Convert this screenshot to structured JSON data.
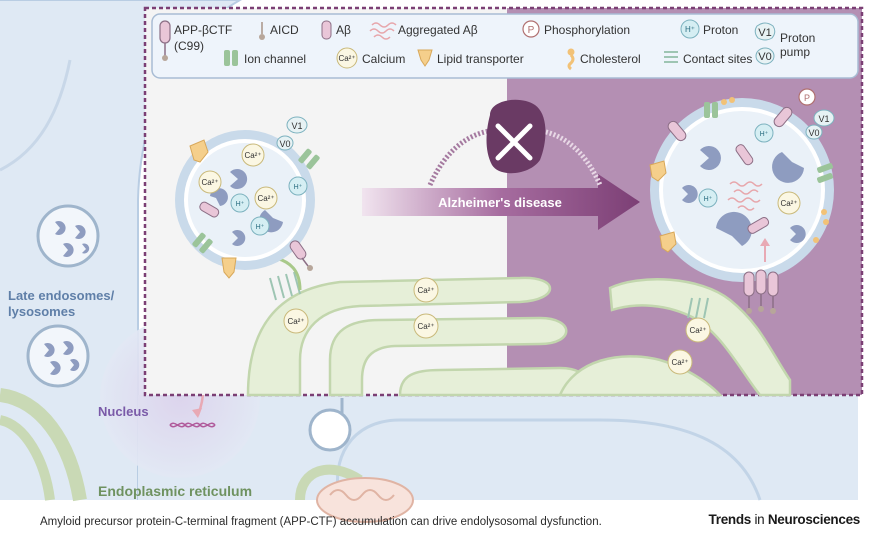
{
  "legend": {
    "app_ctf": "APP-βCTF",
    "app_ctf_sub": "(C99)",
    "aicd": "AICD",
    "abeta": "Aβ",
    "aggregated": "Aggregated Aβ",
    "phospho_symbol": "P",
    "phospho": "Phosphorylation",
    "proton_symbol": "H⁺",
    "proton": "Proton",
    "v1": "V1",
    "v0": "V0",
    "proton_pump_1": "Proton",
    "proton_pump_2": "pump",
    "ion_channel": "Ion channel",
    "calcium_symbol": "Ca²⁺",
    "calcium": "Calcium",
    "lipid_transporter": "Lipid transporter",
    "cholesterol": "Cholesterol",
    "contact_sites": "Contact sites"
  },
  "labels": {
    "late_endosomes_1": "Late endosomes/",
    "late_endosomes_2": "lysosomes",
    "nucleus": "Nucleus",
    "er": "Endoplasmic reticulum",
    "disease": "Alzheimer's disease",
    "question": "?",
    "ca": "Ca²⁺",
    "h": "H⁺",
    "v1": "V1",
    "v0": "V0",
    "p": "P"
  },
  "caption": "Amyloid precursor protein-C-terminal fragment (APP-CTF) accumulation can drive endolysosomal dysfunction.",
  "journal": {
    "bold": "Trends",
    "light": "in",
    "bold2": "Neurosciences"
  },
  "colors": {
    "purple": "#7b3f74",
    "cell_blue": "#dde8f3",
    "er_green": "#e6efd8",
    "disease_bg": "#b48fb3"
  }
}
